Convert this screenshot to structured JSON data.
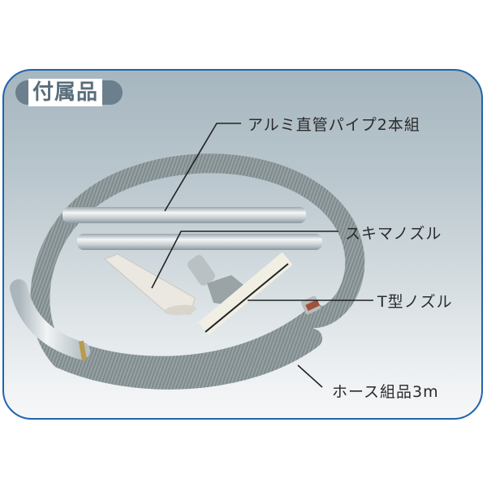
{
  "header": {
    "title": "付属品"
  },
  "callouts": [
    {
      "id": "pipe",
      "label": "アルミ直管パイプ2本組"
    },
    {
      "id": "crevice",
      "label": "スキマノズル"
    },
    {
      "id": "t_nozzle",
      "label": "T型ノズル"
    },
    {
      "id": "hose",
      "label": "ホース組品3m"
    }
  ],
  "colors": {
    "border": "#1f64ad",
    "pill": "#6b7f8c",
    "header_text": "#596e7c",
    "hose": "#8c9699",
    "pipe": "#c9d1d6"
  }
}
